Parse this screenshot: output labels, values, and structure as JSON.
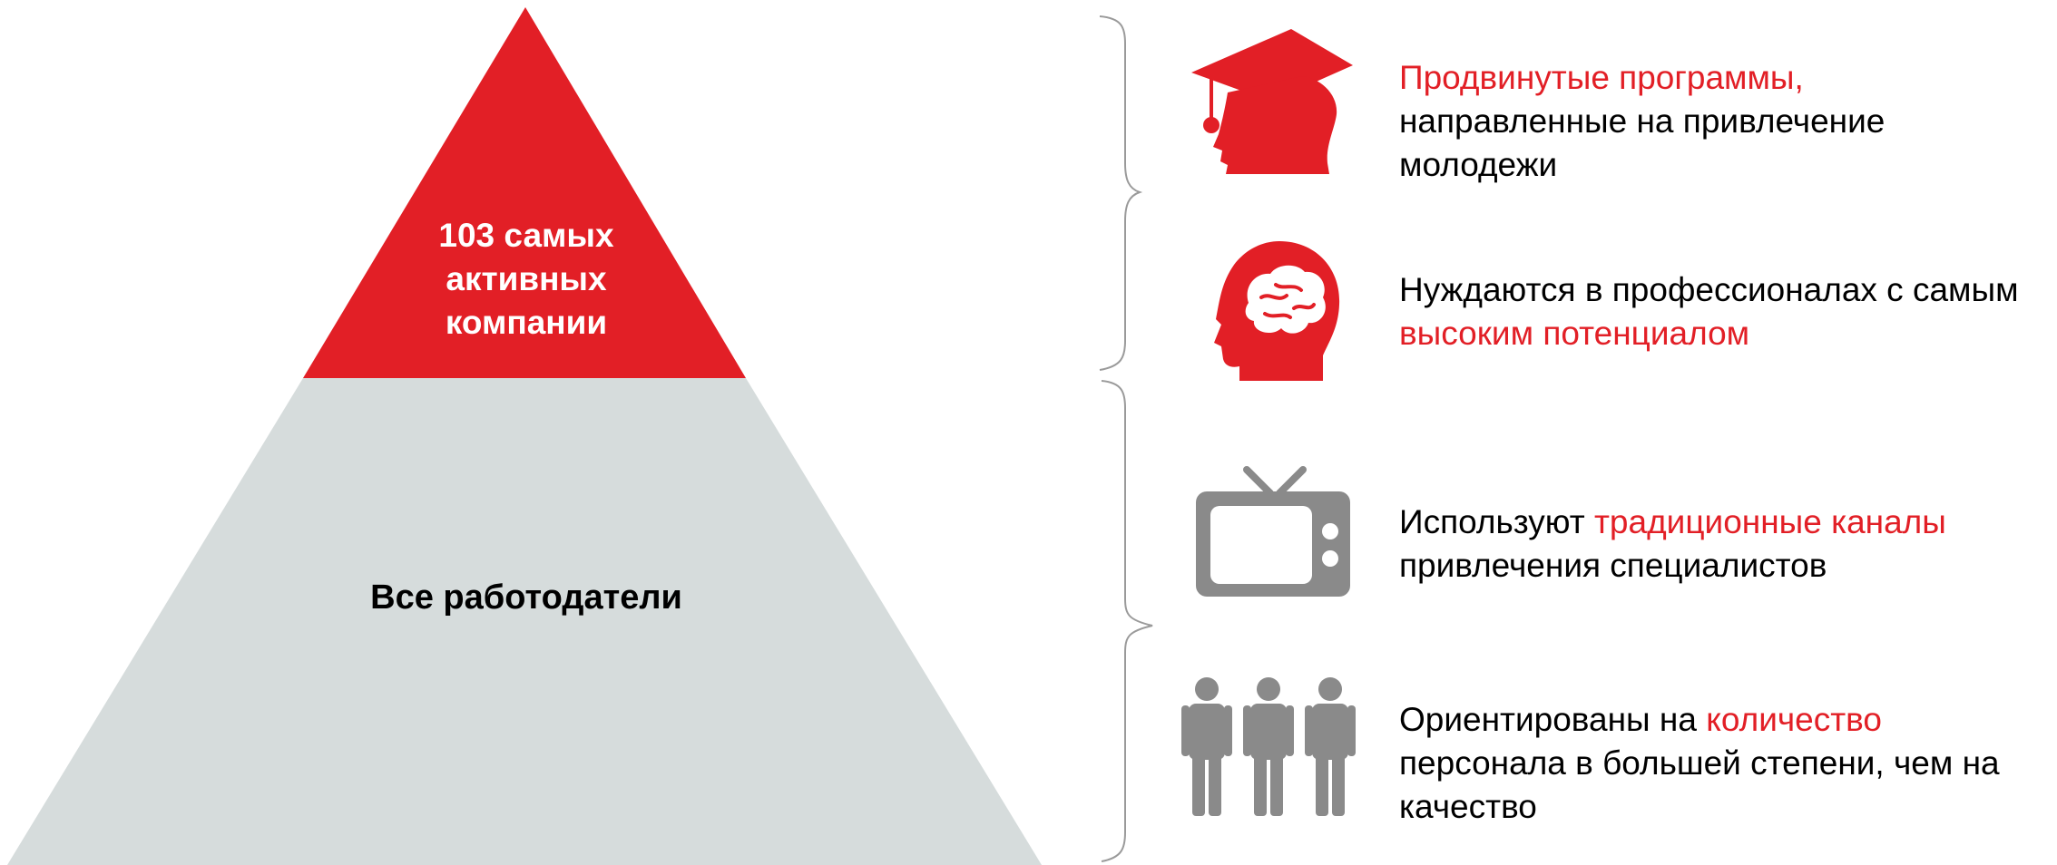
{
  "colors": {
    "accent_red": "#e21f26",
    "pyramid_gray": "#d6dcdc",
    "icon_gray": "#8a8a8a",
    "brace_gray": "#9a9a9a"
  },
  "pyramid": {
    "top_label_lines": [
      "103 самых",
      "активных",
      "компании"
    ],
    "bottom_label": "Все работодатели"
  },
  "features": [
    {
      "icon": "graduate-head-icon",
      "parts": [
        {
          "text": "Продвинутые программы,",
          "highlight": true
        },
        {
          "text": " направленные на привлечение молодежи",
          "highlight": false
        }
      ]
    },
    {
      "icon": "brain-head-icon",
      "parts": [
        {
          "text": "Нуждаются в профессионалах с самым ",
          "highlight": false
        },
        {
          "text": "высоким потенциалом",
          "highlight": true
        }
      ]
    },
    {
      "icon": "tv-icon",
      "parts": [
        {
          "text": "Используют ",
          "highlight": false
        },
        {
          "text": "традиционные каналы",
          "highlight": true
        },
        {
          "text": " привлечения специалистов",
          "highlight": false
        }
      ]
    },
    {
      "icon": "people-group-icon",
      "parts": [
        {
          "text": "Ориентированы на ",
          "highlight": false
        },
        {
          "text": "количество",
          "highlight": true
        },
        {
          "text": " персонала в большей степени, чем на качество",
          "highlight": false
        }
      ]
    }
  ]
}
